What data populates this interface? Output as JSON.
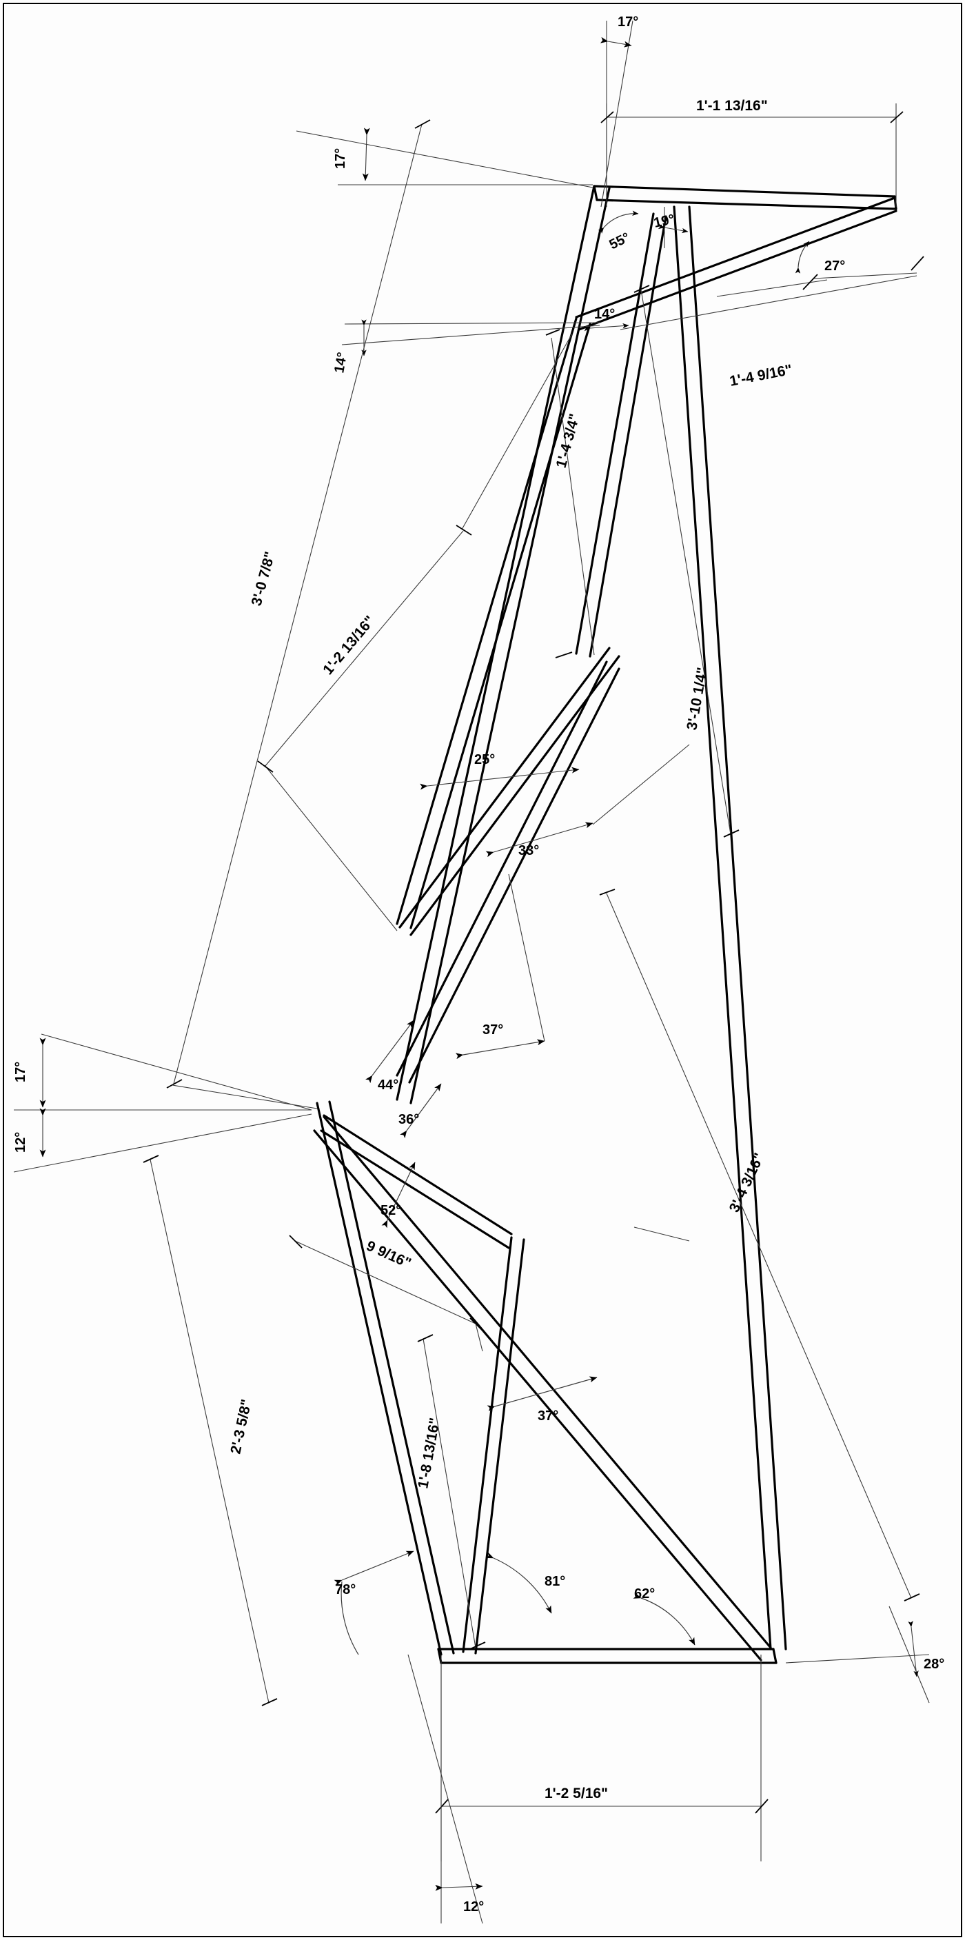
{
  "drawing": {
    "title": "Structural Frame Elevation",
    "type": "technical-cad-drawing",
    "units": "feet-inches-degrees",
    "background_color": "#fdfdfd",
    "line_color": "#000000",
    "dimension_color": "#3a3a3a"
  },
  "linear_dimensions": [
    {
      "id": "top-width",
      "value": "1'-1 13/16\"",
      "orientation": "horizontal",
      "region": "top"
    },
    {
      "id": "upper-right-diag",
      "value": "1'-4 9/16\"",
      "orientation": "rotated",
      "region": "upper-right"
    },
    {
      "id": "upper-mid-diag",
      "value": "1'-4 3/4\"",
      "orientation": "rotated",
      "region": "upper-middle"
    },
    {
      "id": "left-long-diag",
      "value": "3'-0 7/8\"",
      "orientation": "rotated",
      "region": "left"
    },
    {
      "id": "left-mid-diag",
      "value": "1'-2 13/16\"",
      "orientation": "rotated",
      "region": "left-middle"
    },
    {
      "id": "right-long-diag",
      "value": "3'-10 1/4\"",
      "orientation": "rotated",
      "region": "right"
    },
    {
      "id": "right-lower-diag",
      "value": "3'-4 3/16\"",
      "orientation": "rotated",
      "region": "right-lower"
    },
    {
      "id": "lower-left-diag",
      "value": "2'-3 5/8\"",
      "orientation": "rotated",
      "region": "lower-left"
    },
    {
      "id": "short-brace",
      "value": "9 9/16\"",
      "orientation": "rotated",
      "region": "lower-middle"
    },
    {
      "id": "lower-post",
      "value": "1'-8 13/16\"",
      "orientation": "rotated",
      "region": "lower-middle"
    },
    {
      "id": "bottom-width",
      "value": "1'-2 5/16\"",
      "orientation": "horizontal",
      "region": "bottom"
    }
  ],
  "angular_dimensions": [
    {
      "id": "top-vertical-tilt",
      "value": "17°",
      "region": "top"
    },
    {
      "id": "top-left-tilt",
      "value": "17°",
      "region": "top-left"
    },
    {
      "id": "upper-node-55",
      "value": "55°",
      "region": "upper-node"
    },
    {
      "id": "upper-node-19",
      "value": "19°",
      "region": "upper-node"
    },
    {
      "id": "upper-right-27",
      "value": "27°",
      "region": "upper-right"
    },
    {
      "id": "upper-left-14a",
      "value": "14°",
      "region": "upper-left"
    },
    {
      "id": "upper-mid-14b",
      "value": "14°",
      "region": "upper-middle"
    },
    {
      "id": "mid-brace-25",
      "value": "25°",
      "region": "middle"
    },
    {
      "id": "mid-brace-33",
      "value": "33°",
      "region": "middle"
    },
    {
      "id": "mid-node-44",
      "value": "44°",
      "region": "middle-left"
    },
    {
      "id": "mid-node-37a",
      "value": "37°",
      "region": "middle"
    },
    {
      "id": "mid-node-36",
      "value": "36°",
      "region": "middle-left"
    },
    {
      "id": "left-node-17",
      "value": "17°",
      "region": "left-node"
    },
    {
      "id": "left-node-12",
      "value": "12°",
      "region": "left-node"
    },
    {
      "id": "lower-node-52",
      "value": "52°",
      "region": "lower-middle"
    },
    {
      "id": "lower-node-37b",
      "value": "37°",
      "region": "lower-middle"
    },
    {
      "id": "base-left-78",
      "value": "78°",
      "region": "base-left"
    },
    {
      "id": "base-mid-81",
      "value": "81°",
      "region": "base-middle"
    },
    {
      "id": "base-right-62",
      "value": "62°",
      "region": "base-right"
    },
    {
      "id": "base-right-28",
      "value": "28°",
      "region": "base-right-outer"
    },
    {
      "id": "bottom-vertical-12",
      "value": "12°",
      "region": "bottom"
    }
  ]
}
